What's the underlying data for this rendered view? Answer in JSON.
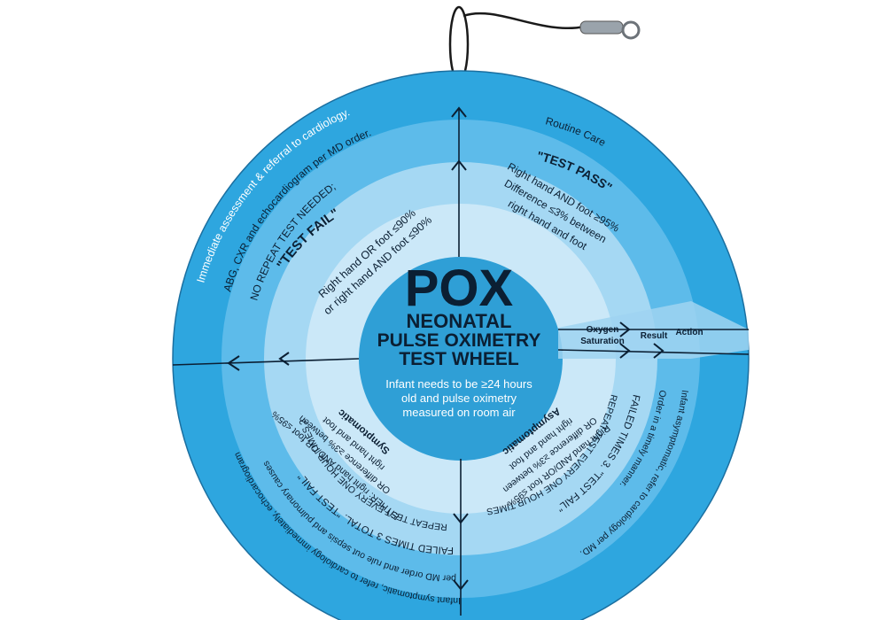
{
  "colors": {
    "outer_ring": "#2ea6df",
    "ring2": "#5dbbea",
    "ring3": "#a5d8f3",
    "ring4": "#cbe8f8",
    "center": "#2f9fd6",
    "lines": "#0b1f33",
    "text_dark": "#0b1f33",
    "text_white": "#ffffff"
  },
  "center": {
    "title": "POX",
    "line1": "NEONATAL",
    "line2": "PULSE OXIMETRY",
    "line3": "TEST WHEEL",
    "note1": "Infant needs to be ≥24 hours",
    "note2": "old and pulse oximetry",
    "note3": "measured on room air"
  },
  "pointer": {
    "saturation_line1": "Oxygen",
    "saturation_line2": "Saturation",
    "result": "Result",
    "action": "Action"
  },
  "pass_section": {
    "action": "Routine Care",
    "result": "\"TEST PASS\"",
    "sat1": "Right hand AND foot ≥95%",
    "sat2": "Difference ≤3% between",
    "sat3": "right hand and foot"
  },
  "fail_section": {
    "action1": "Immediate assessment & referral to cardiology.",
    "action2": "ABG, CXR and echocardiogram per MD order.",
    "action3": "NO REPEAT TEST NEEDED;",
    "result": "\"TEST FAIL\"",
    "sat1": "Right hand OR foot ≤90%",
    "sat2": "or right hand AND foot ≤90%"
  },
  "symptomatic_section": {
    "action1": "Infant symptomatic, refer to cardiology immediately, echocardiogram",
    "action2": "per MD order and rule out sepsis and pulmonary causes",
    "result1": "FAILED TIMES 3 TOTAL. \"TEST FAIL\"",
    "result2": "REPEAT TEST EVERY ONE HOUR TIMES 2",
    "sat1": "EITHER: right hand AND/OR foot ≤95%",
    "sat2": "OR difference ≥3% between",
    "sat3": "right hand and foot",
    "sat4": "Symptomatic"
  },
  "asymptomatic_section": {
    "action1": "Infant asymptomatic, refer to cardiology per MD.",
    "action2": "Order in a timely manner.",
    "result1": "FAILED TIMES 3. \"TEST FAIL\"",
    "result2": "REPEAT TEST EVERY ONE HOUR TIMES 2",
    "sat1": "Right hand AND/OR foot ≤95%",
    "sat2": "OR difference ≥3% between",
    "sat3": "right hand and foot",
    "sat4": "Asymptomatic"
  }
}
